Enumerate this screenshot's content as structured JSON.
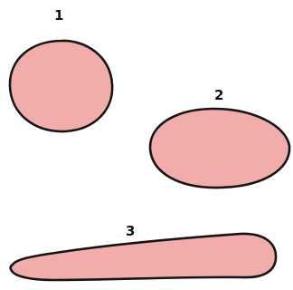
{
  "figure": {
    "background": "#ffffff",
    "fill_color": "#f2adab",
    "stroke_color": "#151515",
    "shapes": [
      {
        "label": "1",
        "shape": "circle"
      },
      {
        "label": "2",
        "shape": "ellipse"
      },
      {
        "label": "3",
        "shape": "elongated-teardrop"
      }
    ]
  }
}
